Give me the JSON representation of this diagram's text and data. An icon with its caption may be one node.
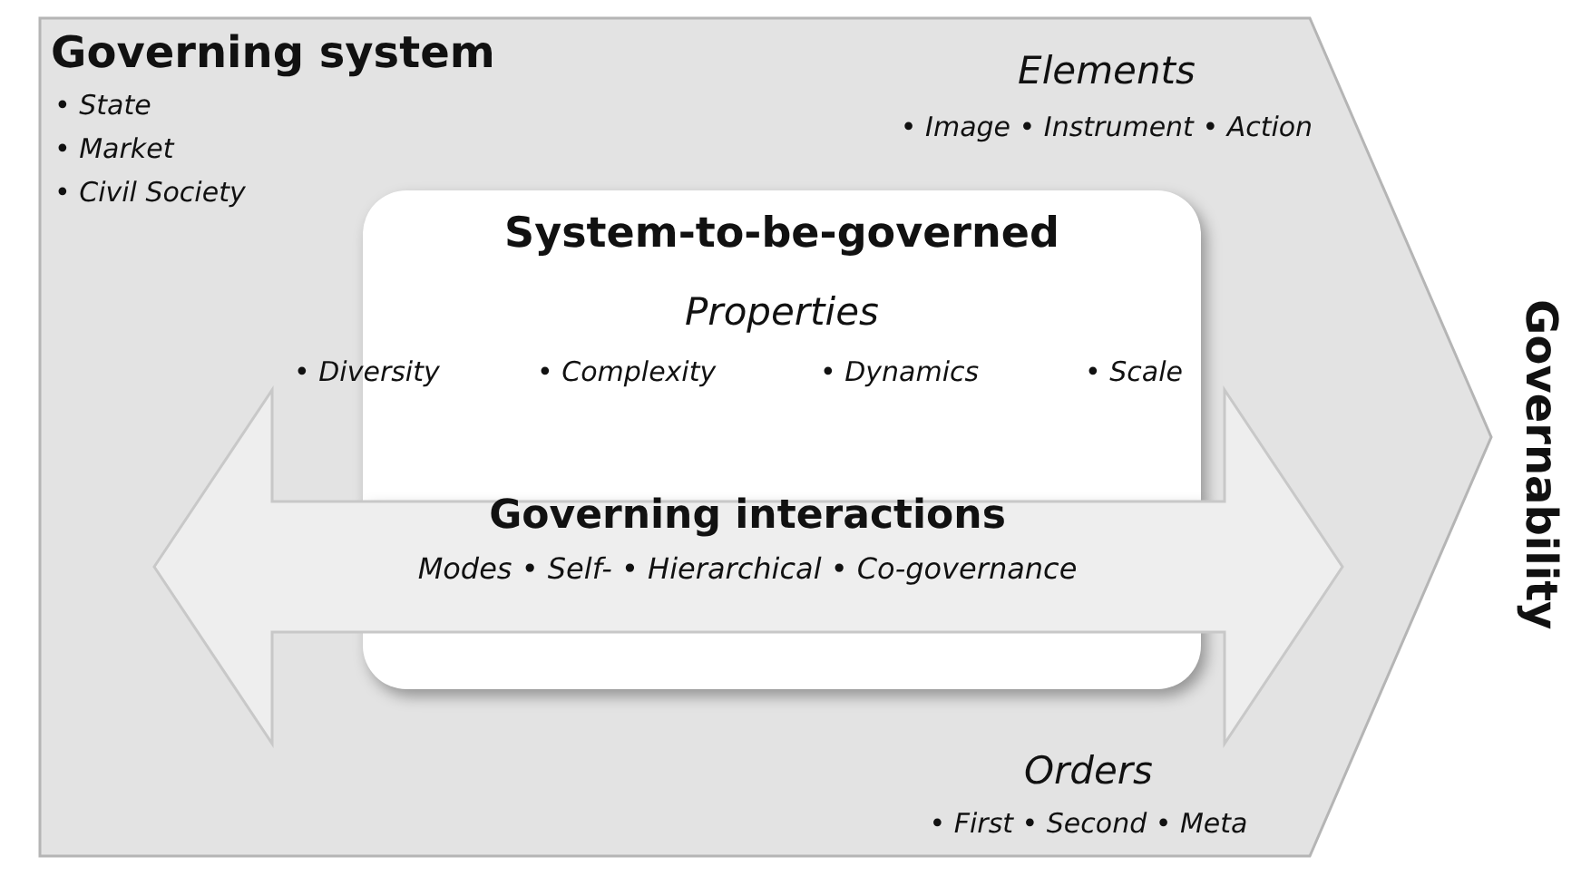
{
  "diagram": {
    "nodes": [
      {
        "text": [
          "Governing system",
          "• State",
          "• Market",
          "• Civil Society",
          "Elements",
          "• Image • Instrument • Action",
          "Orders",
          "• First • Second • Meta"
        ]
      },
      {
        "text": [
          "System-to-be-governed",
          "Properties",
          "• Diversity",
          "• Complexity",
          "• Dynamics",
          "• Scale"
        ],
        "in": 0
      },
      {
        "text": [
          "Governing interactions",
          "Modes • Self- • Hierarchical • Co-governance"
        ],
        "in": 0
      }
    ],
    "labels": [
      "Governability"
    ]
  }
}
